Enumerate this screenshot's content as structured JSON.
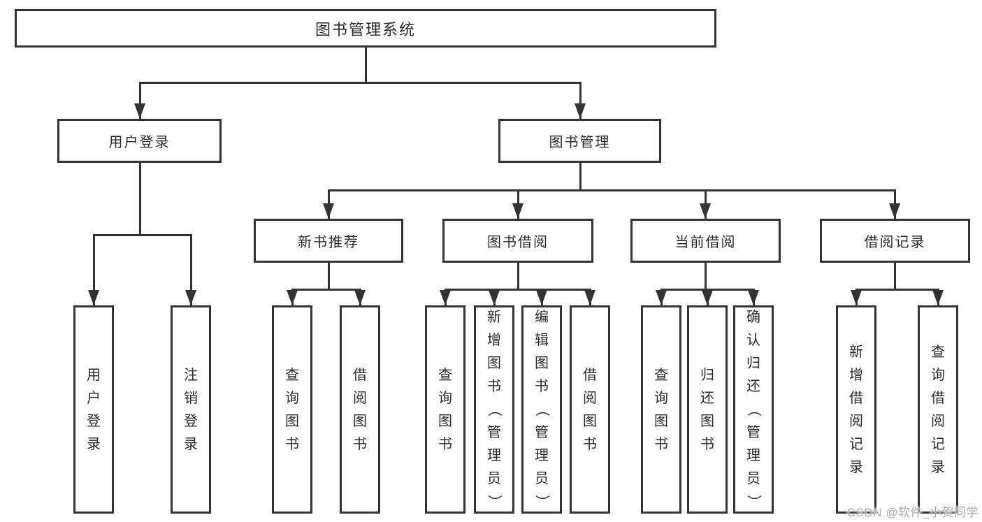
{
  "diagram": {
    "root": {
      "label": "图书管理系统"
    },
    "level2": {
      "user_login": {
        "label": "用户登录"
      },
      "book_mgmt": {
        "label": "图书管理"
      }
    },
    "level3": {
      "new_book": {
        "label": "新书推荐"
      },
      "book_borrow": {
        "label": "图书借阅"
      },
      "current_borrow": {
        "label": "当前借阅"
      },
      "borrow_records": {
        "label": "借阅记录"
      }
    },
    "leaves": {
      "login": "用户登录",
      "logout": "注销登录",
      "nb_query": "查询图书",
      "nb_borrow": "借阅图书",
      "bb_query": "查询图书",
      "bb_add": "新增图书（管理员）",
      "bb_edit": "编辑图书（管理员）",
      "bb_borrow": "借阅图书",
      "cb_query": "查询图书",
      "cb_return": "归还图书",
      "cb_confirm": "确认归还（管理员）",
      "br_add": "新增借阅记录",
      "br_query": "查询借阅记录"
    },
    "watermark": "CSDN @软件_小贺同学",
    "colors": {
      "line": "#333333",
      "text": "#2a2a2a",
      "background": "#ffffff",
      "watermark": "#a6abb3"
    }
  }
}
